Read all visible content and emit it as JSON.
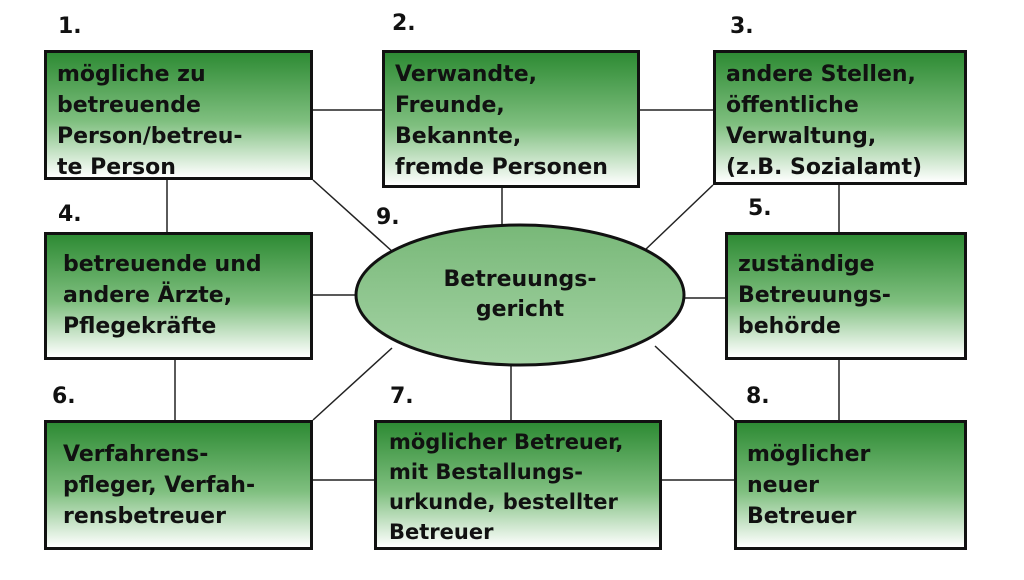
{
  "colors": {
    "box_top": "#2e8b34",
    "box_mid": "#7fbf7f",
    "box_bottom": "#ffffff",
    "border": "#111111",
    "ellipse_fill": "#7fbf7f"
  },
  "center": {
    "number": "9.",
    "label": "Betreuungs-\ngericht"
  },
  "boxes": [
    {
      "number": "1.",
      "text": "mögliche zu\nbetreuende\nPerson/betreu-\nte Person"
    },
    {
      "number": "2.",
      "text": "Verwandte,\nFreunde,\nBekannte,\nfremde Personen"
    },
    {
      "number": "3.",
      "text": "andere Stellen,\nöffentliche\nVerwaltung,\n(z.B. Sozialamt)"
    },
    {
      "number": "4.",
      "text": "betreuende und\nandere Ärzte,\nPflegekräfte"
    },
    {
      "number": "5.",
      "text": "zuständige\nBetreuungs-\nbehörde"
    },
    {
      "number": "6.",
      "text": "Verfahrens-\npfleger, Verfah-\nrensbetreuer"
    },
    {
      "number": "7.",
      "text": "möglicher Betreuer,\nmit Bestallungs-\nurkunde, bestellter\nBetreuer"
    },
    {
      "number": "8.",
      "text": "möglicher\nneuer\nBetreuer"
    }
  ]
}
